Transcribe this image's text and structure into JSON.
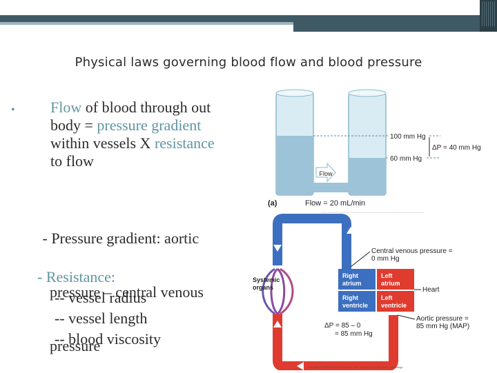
{
  "slide": {
    "title": "Physical laws governing blood flow and blood pressure",
    "bullet1": {
      "marker": "•",
      "w_flow": "Flow",
      "t1": " of blood through out",
      "t2": "body = ",
      "w_pg": "pressure gradient",
      "t3": "within vessels X ",
      "w_res": "resistance",
      "t4": "to flow"
    },
    "pressure_gradient": {
      "line1": " - Pressure gradient: aortic",
      "line2": "pressure – central venous",
      "line3": "pressure"
    },
    "resistance": {
      "line1": "- Resistance:",
      "line2": "-- vessel radius",
      "line3": "-- vessel length",
      "line4": "-- blood viscosity"
    }
  },
  "figure": {
    "panel_a": {
      "label": "(a)",
      "p100": "100 mm Hg",
      "p60": "60 mm Hg",
      "delta": "ΔP = 40 mm Hg",
      "arrow": "Flow",
      "flow": "Flow = 20 mL/min"
    },
    "panel_b": {
      "cvp1": "Central venous pressure =",
      "cvp2": "0 mm Hg",
      "right_atrium": [
        "Right",
        "atrium"
      ],
      "left_atrium": [
        "Left",
        "atrium"
      ],
      "right_ventricle": [
        "Right",
        "ventricle"
      ],
      "left_ventricle": [
        "Left",
        "ventricle"
      ],
      "heart": "Heart",
      "systemic": [
        "Systemic",
        "organs"
      ],
      "aortic1": "Aortic pressure =",
      "aortic2": "85 mm Hg (MAP)",
      "dp1": "ΔP = 85 – 0",
      "dp2": "= 85 mm Hg"
    },
    "copyright": "Copyright © 2009 Pearson Education, Inc., publishing as Benjamin Cummings",
    "colors": {
      "blue": "#3c6fbf",
      "red": "#e03b2f",
      "water": "#9cc3d8",
      "glass": "#d9ecf3"
    }
  }
}
